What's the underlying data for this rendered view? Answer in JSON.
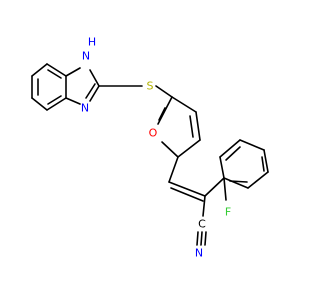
{
  "molecule": {
    "colors": {
      "bond": "#000000",
      "N": "#0000ff",
      "S": "#b3b300",
      "O": "#ff0000",
      "F": "#33cc33",
      "C": "#000000"
    },
    "labels": {
      "nh": "H",
      "n_nh": "N",
      "n_imine": "N",
      "s": "S",
      "o": "O",
      "f": "F",
      "c_nitrile": "C",
      "n_nitrile": "N"
    }
  }
}
